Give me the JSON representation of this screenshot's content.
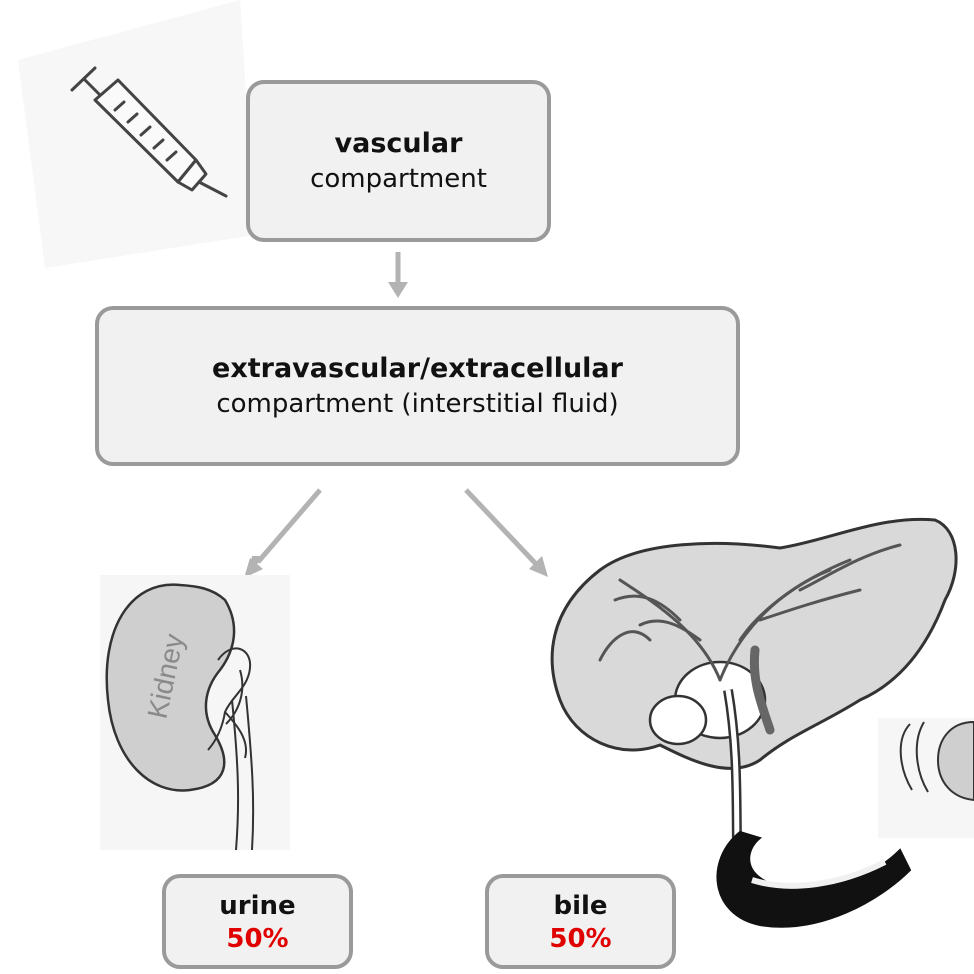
{
  "vascular": {
    "title": "vascular",
    "subtitle": "compartment"
  },
  "extravascular": {
    "title": "extravascular/extracellular",
    "subtitle": "compartment (interstitial fluid)"
  },
  "urine": {
    "label": "urine",
    "percent": "50%"
  },
  "bile": {
    "label": "bile",
    "percent": "50%"
  },
  "kidney_label": "Kidney",
  "colors": {
    "box_fill": "#f1f1f1",
    "box_border": "#9a9a9a",
    "arrow": "#b3b3b3",
    "percent": "#e00000"
  },
  "icons": [
    "syringe-icon",
    "kidney-icon",
    "liver-icon",
    "kidney-fragment-icon"
  ]
}
